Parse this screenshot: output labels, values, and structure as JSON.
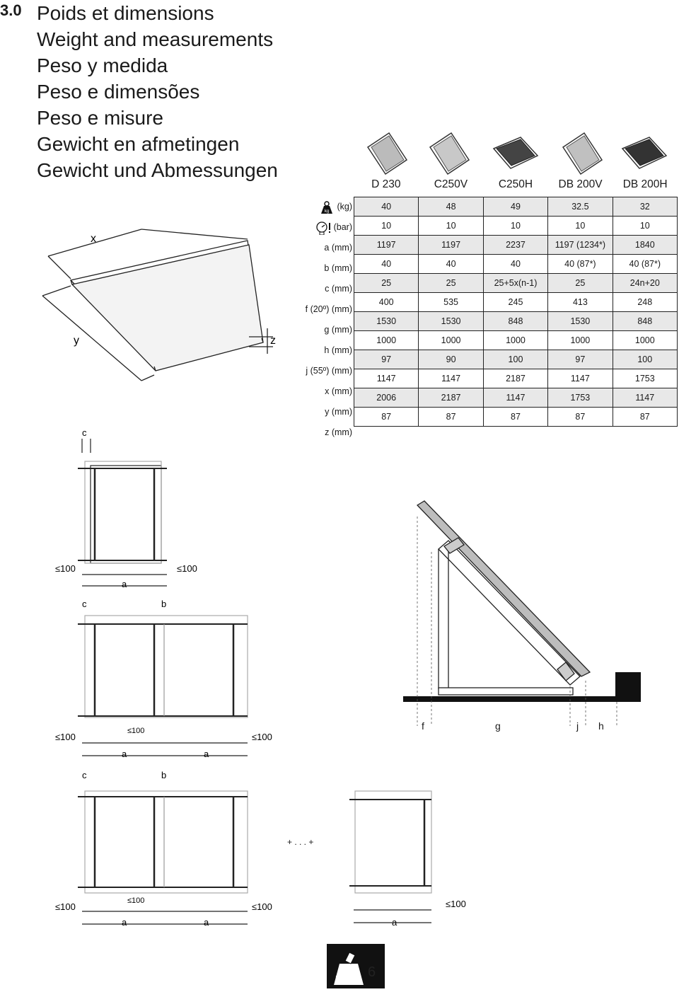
{
  "section_number": "3.0",
  "titles": [
    "Poids et dimensions",
    "Weight and measurements",
    "Peso y medida",
    "Peso e dimensões",
    "Peso e misure",
    "Gewicht en afmetingen",
    "Gewicht und Abmessungen"
  ],
  "models": [
    "D 230",
    "C250V",
    "C250H",
    "DB 200V",
    "DB 200H"
  ],
  "row_labels": [
    "(kg)",
    "(bar)",
    "a (mm)",
    "b (mm)",
    "c (mm)",
    "f (20º) (mm)",
    "g (mm)",
    "h (mm)",
    "j (55º) (mm)",
    "x (mm)",
    "y (mm)",
    "z (mm)"
  ],
  "rows": [
    [
      "40",
      "48",
      "49",
      "32.5",
      "32"
    ],
    [
      "10",
      "10",
      "10",
      "10",
      "10"
    ],
    [
      "1197",
      "1197",
      "2237",
      "1197 (1234*)",
      "1840"
    ],
    [
      "40",
      "40",
      "40",
      "40 (87*)",
      "40 (87*)"
    ],
    [
      "25",
      "25",
      "25+5x(n-1)",
      "25",
      "24n+20"
    ],
    [
      "400",
      "535",
      "245",
      "413",
      "248"
    ],
    [
      "1530",
      "1530",
      "848",
      "1530",
      "848"
    ],
    [
      "1000",
      "1000",
      "1000",
      "1000",
      "1000"
    ],
    [
      "97",
      "90",
      "100",
      "97",
      "100"
    ],
    [
      "1147",
      "1147",
      "2187",
      "1147",
      "1753"
    ],
    [
      "2006",
      "2187",
      "1147",
      "1753",
      "1147"
    ],
    [
      "87",
      "87",
      "87",
      "87",
      "87"
    ]
  ],
  "icons": {
    "weight": "weight-kg-icon",
    "pressure": "pressure-gauge-icon"
  },
  "kg_icon_text": "kg",
  "panel_labels": {
    "x": "x",
    "y": "y",
    "z": "z"
  },
  "layout_labels": {
    "c": "c",
    "b": "b",
    "a": "a",
    "le100": "≤100",
    "ellipsis": "+ . . . +"
  },
  "side_labels": {
    "f": "f",
    "g": "g",
    "j": "j",
    "h": "h"
  },
  "page_number": "6"
}
